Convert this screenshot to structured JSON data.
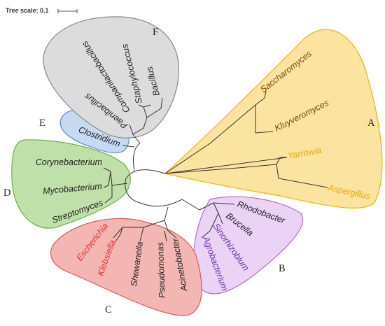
{
  "tree_scale": {
    "label": "Tree scale: 0.1"
  },
  "clades": {
    "A": {
      "label": "A",
      "color": "#f4b400",
      "fill": "#fbe3a0",
      "taxa": [
        "Saccharomyces",
        "Kluyveromyces",
        "Yarrowia",
        "Aspergillus"
      ],
      "taxa_colors": [
        "#7a4a00",
        "#7a4a00",
        "#e6a800",
        "#e6a800"
      ]
    },
    "B": {
      "label": "B",
      "color": "#b76ad6",
      "fill": "#ead3f5",
      "taxa": [
        "Rhodobacter",
        "Brucella",
        "Sinorhizobium",
        "Agrobacterium"
      ],
      "taxa_colors": [
        "#222222",
        "#222222",
        "#6a2ea8",
        "#6a2ea8"
      ]
    },
    "C": {
      "label": "C",
      "color": "#e05555",
      "fill": "#f4b6b3",
      "taxa": [
        "Escherichia",
        "Klebsiella",
        "Shewanella",
        "Pseudomonas",
        "Acinetobacter"
      ],
      "taxa_colors": [
        "#e63232",
        "#e63232",
        "#222222",
        "#222222",
        "#222222"
      ]
    },
    "D": {
      "label": "D",
      "color": "#6ab04c",
      "fill": "#bfe0a8",
      "taxa": [
        "Corynebacterium",
        "Mycobacterium",
        "Streptomyces"
      ],
      "taxa_colors": [
        "#222222",
        "#222222",
        "#222222"
      ]
    },
    "E": {
      "label": "E",
      "color": "#5a8ed0",
      "fill": "#c6daf2",
      "taxa": [
        "Clostridium"
      ],
      "taxa_colors": [
        "#222222"
      ]
    },
    "F": {
      "label": "F",
      "color": "#8a8a8a",
      "fill": "#dcdcdc",
      "taxa": [
        "Companilactobacillus",
        "Staphylococcus",
        "Bacillus",
        "Paenibacillus"
      ],
      "taxa_colors": [
        "#222222",
        "#222222",
        "#222222",
        "#222222"
      ]
    }
  }
}
